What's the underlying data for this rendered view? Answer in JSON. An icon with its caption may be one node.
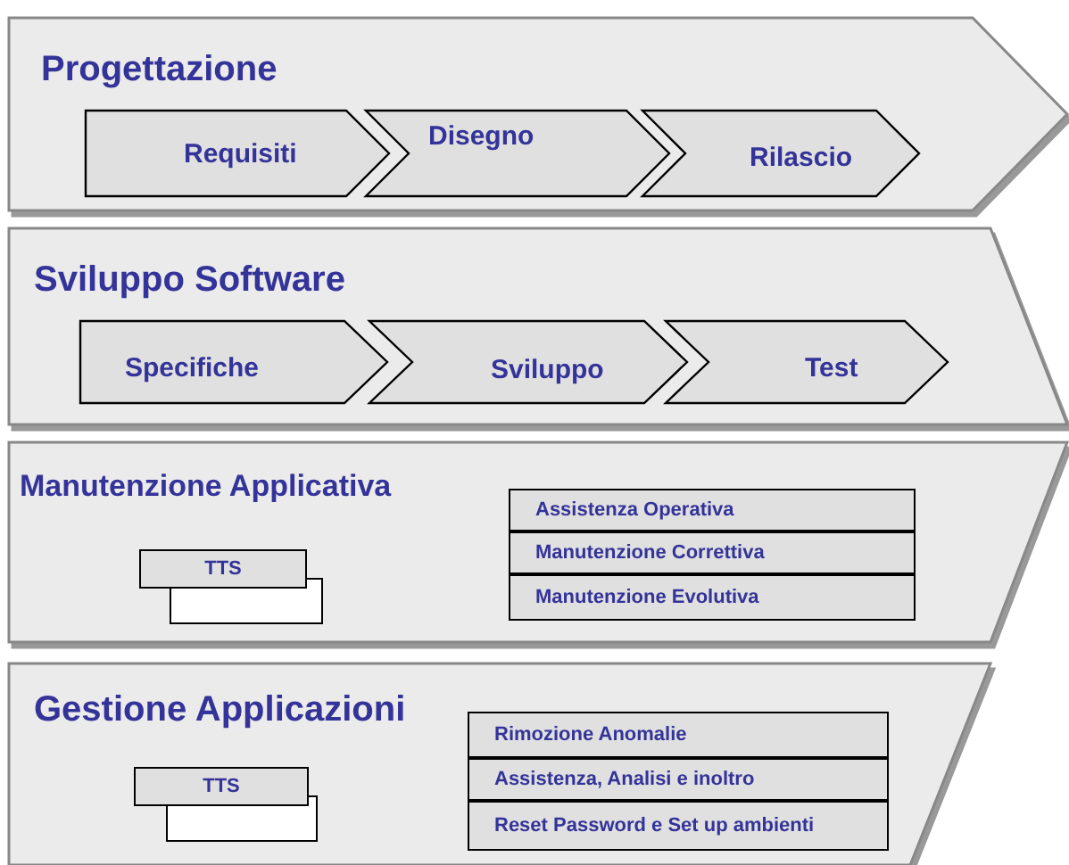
{
  "diagram": {
    "nodes": [
      {
        "text": [
          "Progettazione"
        ]
      },
      {
        "text": [
          "Requisiti"
        ],
        "in": 0
      },
      {
        "text": [
          "Disegno"
        ],
        "in": 0
      },
      {
        "text": [
          "Rilascio"
        ],
        "in": 0
      },
      {
        "text": [
          "Sviluppo Software"
        ]
      },
      {
        "text": [
          "Specifiche"
        ],
        "in": 4
      },
      {
        "text": [
          "Sviluppo"
        ],
        "in": 4
      },
      {
        "text": [
          "Test"
        ],
        "in": 4
      },
      {
        "text": [
          "Manutenzione Applicativa"
        ]
      },
      {
        "text": [
          "TTS"
        ],
        "in": 8
      },
      {
        "text": [],
        "shape": "box",
        "in": 8
      },
      {
        "text": [
          "Assistenza Operativa"
        ],
        "in": 8
      },
      {
        "text": [
          "Manutenzione Correttiva"
        ],
        "in": 8
      },
      {
        "text": [
          "Manutenzione Evolutiva"
        ],
        "in": 8
      },
      {
        "text": [
          "Gestione Applicazioni"
        ]
      },
      {
        "text": [
          "TTS"
        ],
        "in": 14
      },
      {
        "text": [],
        "shape": "box",
        "in": 14
      },
      {
        "text": [
          "Rimozione Anomalie"
        ],
        "in": 14
      },
      {
        "text": [
          "Assistenza, Analisi e inoltro"
        ],
        "in": 14
      },
      {
        "text": [
          "Reset Password e Set up ambienti"
        ],
        "in": 14
      }
    ]
  }
}
